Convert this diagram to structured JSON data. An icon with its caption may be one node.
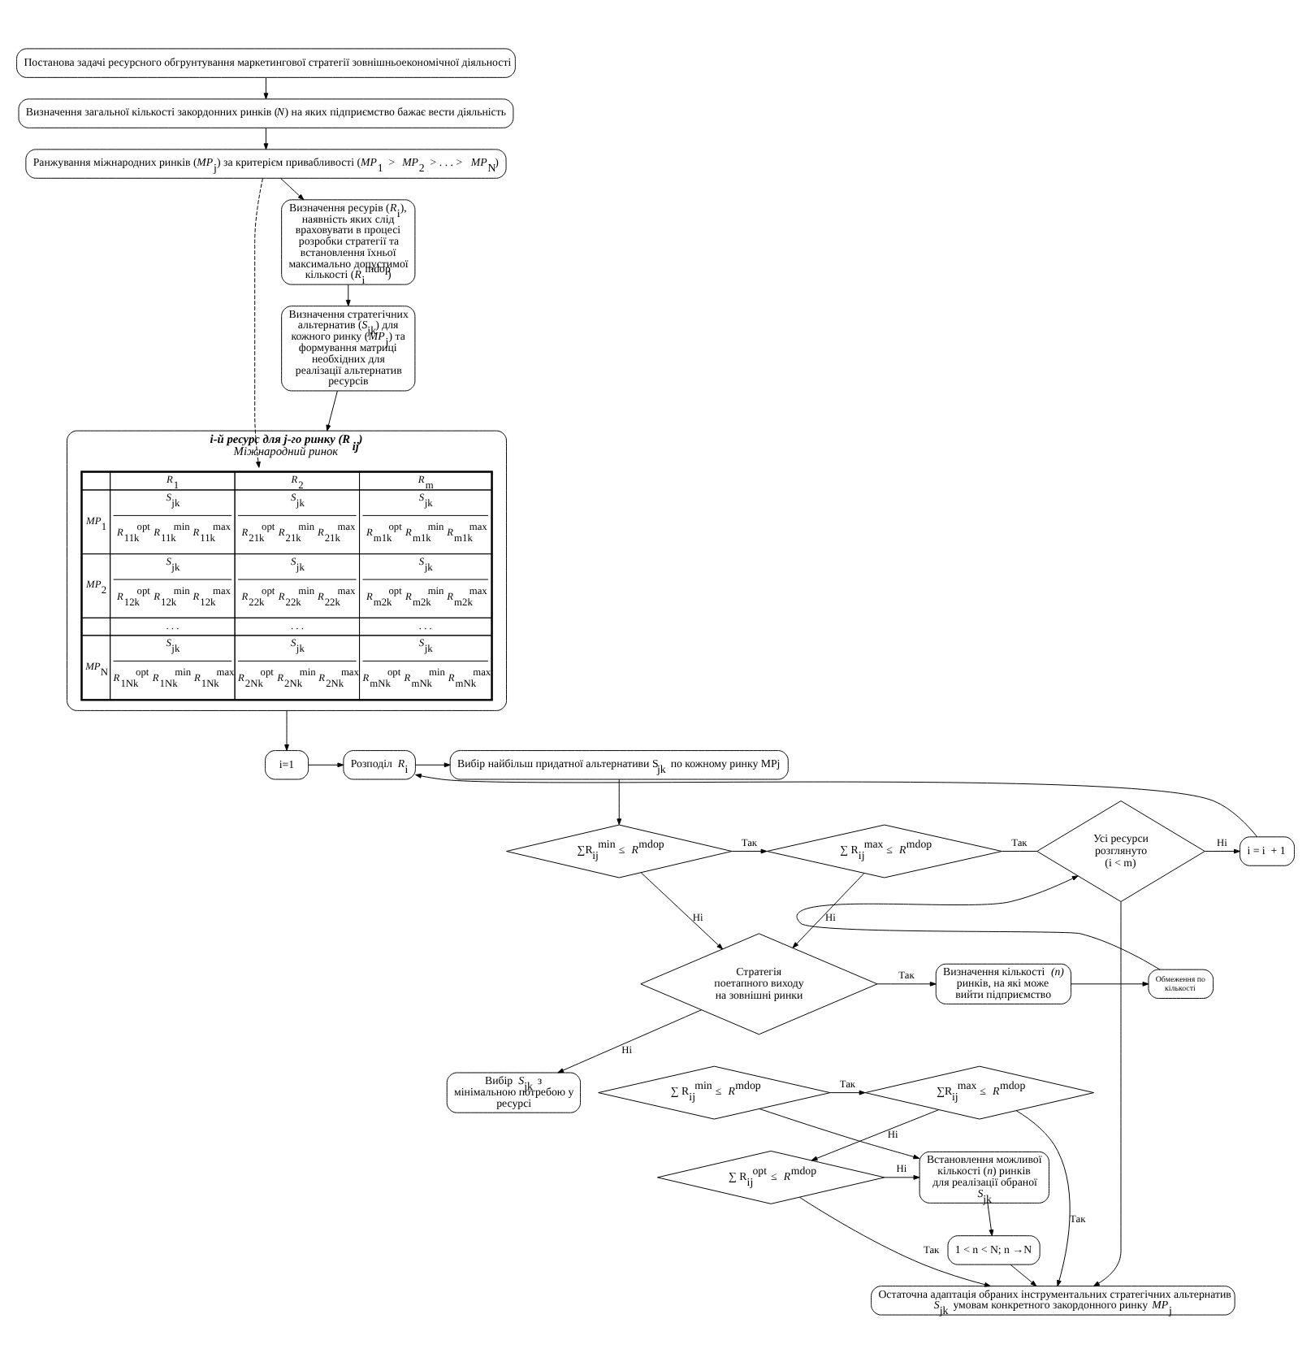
{
  "diagram": {
    "nodes": [
      {
        "text": [
          "Постанова задачі ресурсного обгрунтування маркетингової стратегії зовнішньоекономічної діяльності"
        ]
      },
      {
        "text": [
          "Визначення загальної кількості закордонних ринків (*N*) на яких підприємство бажає вести діяльність"
        ]
      },
      {
        "text": [
          "Ранжування міжнародних ринків (*MP*$_{j}$) за критерієм привабливості (*MP*$_{1}$ > *MP*$_{2}$ > . . . > *MP*$_{N}$)"
        ]
      },
      {
        "text": [
          "Визначення ресурів (*R*$_{i}$), наявність яких слід враховувати в процесі розробки стратегії та встановлення їхньої максимально допустимої кількості (*R*$_{i}$$^{mdop}$)"
        ]
      },
      {
        "text": [
          "Визначення стратегічних альтернатив (*S*$_{jk}$) для кожного ринку (*MP*$_{j}$) та формування матриці необхідних для реалізації альтернатив ресурсів"
        ]
      },
      {
        "text": [
          "і-й ресурс для j-го ринку (R$_{ij}$)",
          "Міжнародний ринок"
        ]
      },
      {
        "text": [
          "Вибір найбільш придатної альтернативи S$_{jk}$ по кожному ринку MPj"
        ]
      },
      {
        "text": [
          "Розподіл *R*$_{i}$"
        ]
      },
      {
        "text": [
          "i=1"
        ]
      },
      {
        "text": [
          "∑R$_{ij}$$^{min}$ ≤ *R*$^{mdop}$"
        ]
      },
      {
        "text": [
          "∑ R$_{ij}$$^{max}$ ≤ *R*$^{mdop}$"
        ]
      },
      {
        "text": [
          "Усі ресурси розглянуто (i < m)"
        ]
      },
      {
        "text": [
          "i = i  + 1"
        ]
      },
      {
        "text": [
          "Стратегія поетапного виходу на зовнішні ринки"
        ]
      },
      {
        "text": [
          "Визначення кількості *(n)* ринків, на які може вийти підприємство"
        ]
      },
      {
        "text": [
          "Обмеження по кількості"
        ]
      },
      {
        "text": [
          "Вибір *S*$_{jk}$ з мінімальною потребою у ресурсі"
        ]
      },
      {
        "text": [
          "∑ R$_{ij}$$^{min}$ ≤ *R*$^{mdop}$"
        ]
      },
      {
        "text": [
          "∑R$_{ij}$$^{max}$ ≤ *R*$^{mdop}$"
        ]
      },
      {
        "text": [
          "Встановлення можливої кількості (*n*) ринків для реалізації обраної *S*$_{jk}$"
        ]
      },
      {
        "text": [
          "∑ R$_{ij}$$^{opt}$ ≤ *R*$^{mdop}$"
        ]
      },
      {
        "text": [
          "1 < n < N; n →N"
        ]
      },
      {
        "text": [
          "Остаточна адаптація обраних інструментальних стратегічних альтернатив *S*$_{jk}$ умовам конкретного закордонного ринку *MP*$_{j}$"
        ]
      }
    ],
    "edges": [
      {
        "from": 0,
        "to": 1,
        "arrow": "to"
      },
      {
        "from": 1,
        "to": 2,
        "arrow": "to"
      },
      {
        "from": 2,
        "to": 3,
        "arrow": "to"
      },
      {
        "from": 2,
        "to": 5,
        "arrow": "to",
        "style": "dashed"
      },
      {
        "from": 3,
        "to": 4,
        "arrow": "to"
      },
      {
        "from": 4,
        "to": 5,
        "arrow": "to"
      },
      {
        "from": 5,
        "to": 8,
        "arrow": "to"
      },
      {
        "from": 8,
        "to": 7,
        "arrow": "to"
      },
      {
        "from": 7,
        "to": 6,
        "arrow": "to"
      },
      {
        "from": 6,
        "to": 9,
        "arrow": "to"
      },
      {
        "from": 9,
        "to": 10,
        "arrow": "to",
        "label": "Так"
      },
      {
        "from": 10,
        "to": 11,
        "arrow": "none",
        "label": "Так"
      },
      {
        "from": 11,
        "to": 12,
        "arrow": "to",
        "label": "Ні"
      },
      {
        "from": 12,
        "to": 7,
        "arrow": "to"
      },
      {
        "from": 9,
        "to": 13,
        "arrow": "to",
        "label": "Ні"
      },
      {
        "from": 10,
        "to": 13,
        "arrow": "to",
        "label": "Ні"
      },
      {
        "from": 13,
        "to": 14,
        "arrow": "to",
        "label": "Так"
      },
      {
        "from": 14,
        "to": 15,
        "arrow": "to"
      },
      {
        "from": 15,
        "to": 11,
        "arrow": "to"
      },
      {
        "from": 13,
        "to": 16,
        "arrow": "to",
        "label": "Ні"
      },
      {
        "from": 17,
        "to": 18,
        "arrow": "to",
        "label": "Так"
      },
      {
        "from": 17,
        "to": 19,
        "arrow": "to"
      },
      {
        "from": 18,
        "to": 20,
        "arrow": "to",
        "label": "Ні"
      },
      {
        "from": 20,
        "to": 19,
        "arrow": "to",
        "label": "Ні"
      },
      {
        "from": 19,
        "to": 21,
        "arrow": "to"
      },
      {
        "from": 11,
        "to": 22,
        "arrow": "to"
      },
      {
        "from": 18,
        "to": 22,
        "arrow": "to",
        "label": "Так"
      },
      {
        "from": 20,
        "to": 22,
        "arrow": "to",
        "label": "Так"
      },
      {
        "from": 21,
        "to": 22,
        "arrow": "to"
      }
    ],
    "labels": [
      "*R*$_{1}$",
      "*R*$_{2}$",
      "*R*$_{m}$",
      "*MP*$_{1}$",
      "*S*$_{jk}$",
      "*R*$_{11k}$$^{opt}$ *R*$_{11k}$$^{min}$ *R*$_{11k}$$^{max}$",
      "*S*$_{jk}$",
      "*R*$_{21k}$$^{opt}$ *R*$_{21k}$$^{min}$ *R*$_{21k}$$^{max}$",
      "*S*$_{jk}$",
      "*R*$_{m1k}$$^{opt}$ *R*$_{m1k}$$^{min}$ *R*$_{m1k}$$^{max}$",
      "*MP*$_{2}$",
      "*S*$_{jk}$",
      "*R*$_{12k}$$^{opt}$ *R*$_{12k}$$^{min}$ *R*$_{12k}$$^{max}$",
      "*S*$_{jk}$",
      "*R*$_{22k}$$^{opt}$ *R*$_{22k}$$^{min}$ *R*$_{22k}$$^{max}$",
      "*S*$_{jk}$",
      "*R*$_{m2k}$$^{opt}$ *R*$_{m2k}$$^{min}$ *R*$_{m2k}$$^{max}$",
      ". . .",
      ". . .",
      ". . .",
      "*MP*$_{N}$",
      "*S*$_{jk}$",
      "*R*$_{1Nk}$$^{opt}$ *R*$_{1Nk}$$^{min}$ *R*$_{1Nk}$$^{max}$",
      "*S*$_{jk}$",
      "*R*$_{2Nk}$$^{opt}$ *R*$_{2Nk}$$^{min}$ *R*$_{2Nk}$$^{max}$",
      "*S*$_{jk}$",
      "*R*$_{mNk}$$^{opt}$ *R*$_{mNk}$$^{min}$ *R*$_{mNk}$$^{max}$"
    ]
  }
}
